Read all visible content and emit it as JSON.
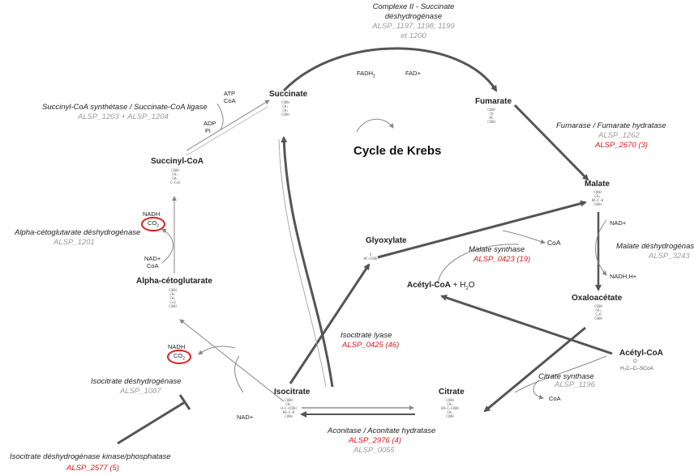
{
  "title": "Cycle de Krebs",
  "metabolites": {
    "succinate": "Succinate",
    "fumarate": "Fumarate",
    "succinyl_coa": "Succinyl-CoA",
    "malate": "Malate",
    "glyoxylate": "Glyoxylate",
    "alpha_ketoglutarate": "Alpha-cétoglutarate",
    "acetyl_coa_h2o_prefix": "Acétyl-CoA",
    "acetyl_coa_h2o_suffix": "+ H",
    "acetyl_coa_h2o_sub": "2",
    "acetyl_coa_h2o_end": "O",
    "oxaloacetate": "Oxaloacétate",
    "acetyl_coa": "Acétyl-CoA",
    "isocitrate": "Isocitrate",
    "citrate": "Citrate"
  },
  "enzymes": {
    "complex2": {
      "name_line1": "Complexe II - Succinate",
      "name_line2": "déshydrogénase",
      "genes_line1": "ALSP_1197, 1198, 1199",
      "genes_line2": "et 1200"
    },
    "succinyl_coa_synthetase": {
      "name": "Succinyl-CoA synthétase / Succinate-CoA ligase",
      "genes": "ALSP_1203 + ALSP_1204"
    },
    "fumarase": {
      "name": "Fumarase / Fumarate hydratase",
      "gene_grey": "ALSP_1262",
      "gene_red": "ALSP_2670  (3)"
    },
    "alpha_kg_dh": {
      "name": "Alpha-cétoglutarate déshydrogénase",
      "gene": "ALSP_1201"
    },
    "malate_synthase": {
      "name": "Malate synthase",
      "gene_red": "ALSP_0423  (19)"
    },
    "malate_dh": {
      "name": "Malate déshydrogénas",
      "gene": "ALSP_3243"
    },
    "isocitrate_lyase": {
      "name": "Isocitrate lyase",
      "gene_red": "ALSP_0425  (46)"
    },
    "isocitrate_dh": {
      "name": "Isocitrate déshydrogénase",
      "gene": "ALSP_1087"
    },
    "citrate_synthase": {
      "name": "Citrate synthase",
      "gene": "ALSP_1196"
    },
    "aconitase": {
      "name": "Aconitase / Aconitate hydratase",
      "gene_red": "ALSP_2976  (4)",
      "gene_grey": "ALSP_0055"
    },
    "idh_kinase": {
      "name": "Isocitrate déshydrogénase kinase/phosphatase",
      "gene_red": "ALSP_2577  (5)"
    }
  },
  "cofactors": {
    "fadh2": "FADH",
    "fadh2_sub": "2",
    "fad": "FAD+",
    "atp": "ATP",
    "coa_top": "CoA",
    "adp": "ADP",
    "pi": "Pi",
    "nadh_1": "NADH",
    "co2_1": "CO",
    "co2_sub": "2",
    "nad_1": "NAD+",
    "coa_1": "CoA",
    "nadh_2": "NADH",
    "co2_2": "CO",
    "nad_2": "NAD+",
    "coa_ms": "CoA",
    "nad_mdh": "NAD+",
    "nadh_mdh": "NADH,H+",
    "coa_cs": "CoA",
    "acetyl_formula": "H₃C–C–SCoA",
    "acetyl_o": "O"
  },
  "colors": {
    "arrow": "#555555",
    "red_text": "#d41c1c",
    "grey_text": "#9a9a9a",
    "circle": "#e02020"
  }
}
